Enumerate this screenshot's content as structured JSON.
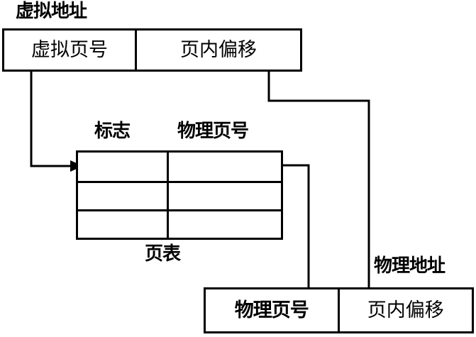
{
  "diagram": {
    "title_virtual": "虚拟地址",
    "title_physical": "物理地址",
    "page_table_caption": "页表",
    "virtual_address": {
      "fields": [
        {
          "label": "虚拟页号"
        },
        {
          "label": "页内偏移"
        }
      ]
    },
    "page_table": {
      "headers": [
        {
          "label": "标志"
        },
        {
          "label": "物理页号"
        }
      ],
      "rows": [
        {
          "flag": "",
          "frame": ""
        },
        {
          "flag": "",
          "frame": ""
        },
        {
          "flag": "",
          "frame": ""
        }
      ]
    },
    "physical_address": {
      "fields": [
        {
          "label": "物理页号"
        },
        {
          "label": "页内偏移"
        }
      ]
    },
    "colors": {
      "stroke": "#000000",
      "background": "#ffffff"
    }
  }
}
